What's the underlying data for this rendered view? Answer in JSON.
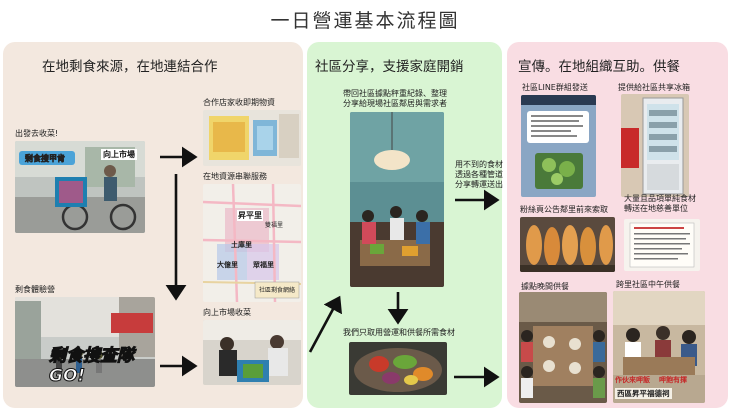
{
  "title": "一日營運基本流程圖",
  "colors": {
    "panel1": "#f3e8df",
    "panel2": "#d9f5d3",
    "panel3": "#f9dde3",
    "arrow": "#111111"
  },
  "panel1": {
    "heading": "在地剩食來源，在地連結合作",
    "captions": {
      "depart": "出發去收菜!",
      "store": "合作店家收即期物資",
      "resource": "在地資源串聯服務",
      "market": "向上市場收菜",
      "experience": "剩食體驗營"
    },
    "photo_text": {
      "sign1": "剩食搜甲肯",
      "sign2": "向上市場",
      "map_label1": "昇平里",
      "map_label2": "土庫里",
      "map_label3": "大億里",
      "map_label4": "眾福里",
      "map_label5": "雙福里",
      "map_note": "社區剩食網絡",
      "banner": "剩食搜查隊GO!"
    }
  },
  "panel2": {
    "heading": "社區分享，支援家庭開銷",
    "captions": {
      "top": "帶回社區據點秤重紀錄、整理\n分享給現場社區鄰居與需求者",
      "side": "用不到的食材\n透過各種管道\n分享轉運送出",
      "bottom": "我們只取用營運和供餐所需食材"
    }
  },
  "panel3": {
    "heading": "宣傳。在地組織互助。供餐",
    "captions": {
      "line": "社區LINE群組發送",
      "fridge": "提供給社區共享冰箱",
      "fanpage": "粉絲頁公告鄰里前來索取",
      "transfer": "大量且品項單純食材\n轉送在地慈善單位",
      "dinner": "據點晚間供餐",
      "lunch": "跨里社區中午供餐"
    },
    "photo_text": {
      "sign_left": "作伙來呷飯",
      "sign_right": "呷飽有揮",
      "sign_bottom": "西區昇平福德祠"
    }
  }
}
